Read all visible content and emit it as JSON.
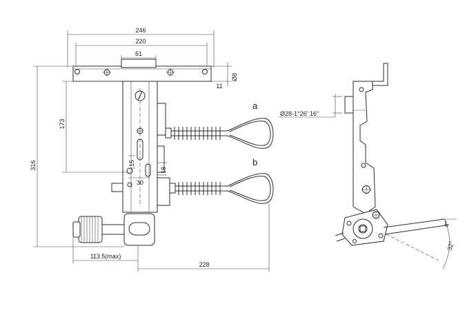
{
  "dimensions": {
    "overall_width": "246",
    "mount_width": "220",
    "center_width": "61",
    "plate_thickness": "11",
    "hole_dia": "Ø8",
    "height_total": "316",
    "height_upper": "173",
    "small_15": "15",
    "small_18": "18",
    "small_30": "30",
    "handle_offset": "113.5(max)",
    "lever_reach": "228"
  },
  "labels": {
    "lever_a": "a",
    "lever_b": "b"
  },
  "side_view": {
    "tilt_dimension": "Ø28-1°26' 16\"",
    "angle_small": "4°",
    "angle_tilt": "32°"
  }
}
